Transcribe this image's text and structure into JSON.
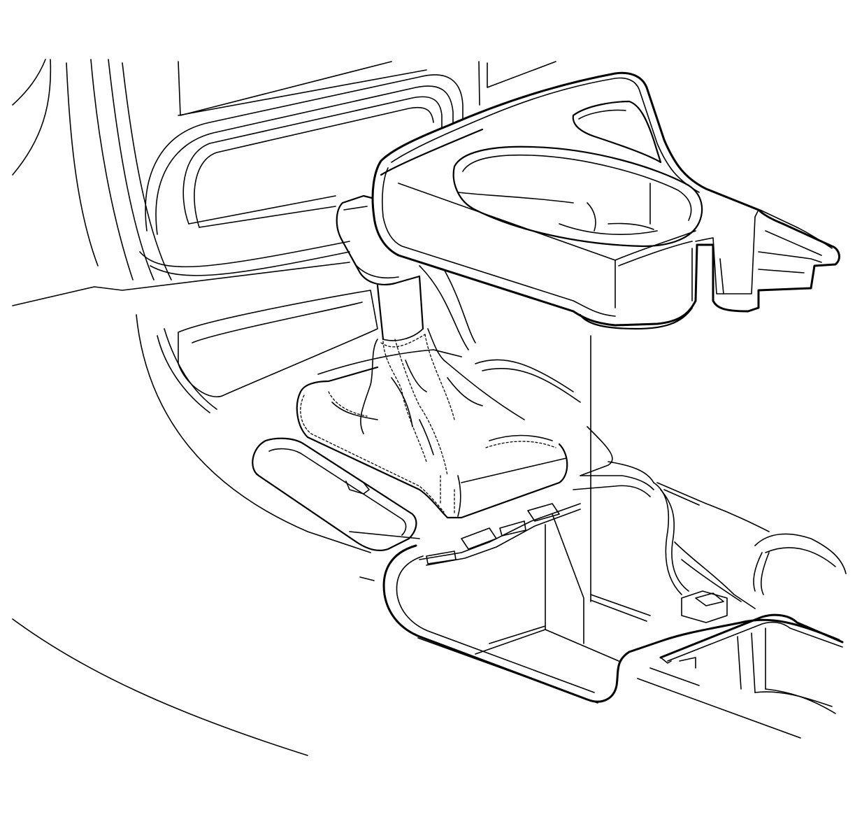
{
  "figure": {
    "line_color": "#000000",
    "background_color": "#ffffff"
  },
  "components": [
    {
      "name": "cup-holder-insert",
      "icon": "cup-holder-icon"
    },
    {
      "name": "shift-lever-with-boot",
      "icon": "shift-lever-icon"
    },
    {
      "name": "floor-console-cavity",
      "icon": "console-icon"
    },
    {
      "name": "instrument-panel",
      "icon": "dashboard-icon"
    }
  ]
}
